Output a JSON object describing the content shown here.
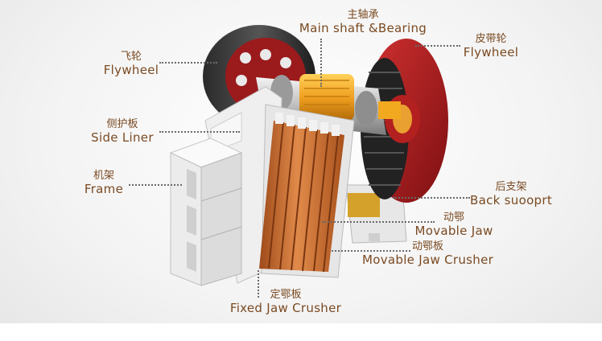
{
  "labels": {
    "main_shaft": {
      "zh": "主轴承",
      "en": "Main shaft &Bearing"
    },
    "flywheel_left": {
      "zh": "飞轮",
      "en": "Flywheel"
    },
    "flywheel_right": {
      "zh": "皮带轮",
      "en": "Flywheel"
    },
    "side_liner": {
      "zh": "侧护板",
      "en": "Side Liner"
    },
    "frame": {
      "zh": "机架",
      "en": "Frame"
    },
    "back_support": {
      "zh": "后支架",
      "en": "Back suooprt"
    },
    "movable_jaw": {
      "zh": "动鄂",
      "en": "Movable Jaw"
    },
    "movable_jaw_crusher": {
      "zh": "动鄂板",
      "en": "Movable Jaw Crusher"
    },
    "fixed_jaw_crusher": {
      "zh": "定鄂板",
      "en": "Fixed Jaw Crusher"
    }
  },
  "colors": {
    "label_text": "#7a4a22",
    "leader_line": "#6a6a6a",
    "flywheel_red": "#a51a1c",
    "jaw_copper": "#c86a2c",
    "frame_white": "#f2f2f2",
    "bearing_yellow": "#f3a21a"
  }
}
